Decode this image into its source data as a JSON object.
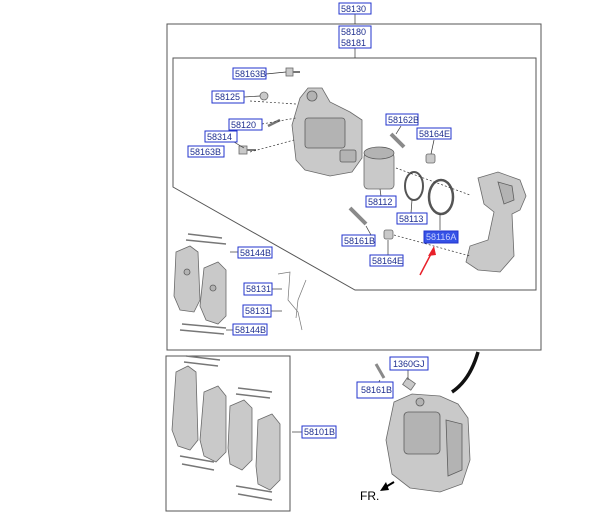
{
  "labels": {
    "p58130": "58130",
    "p58180": "58180",
    "p58181": "58181",
    "p58163b_top": "58163B",
    "p58125": "58125",
    "p58120": "58120",
    "p58314": "58314",
    "p58163b_low": "58163B",
    "p58162b": "58162B",
    "p58164e_top": "58164E",
    "p58112": "58112",
    "p58113": "58113",
    "p58161b_mid": "58161B",
    "p58164e_low": "58164E",
    "p58116a": "58116A",
    "p58144b_top": "58144B",
    "p58131_top": "58131",
    "p58131_low": "58131",
    "p58144b_low": "58144B",
    "p1360gj": "1360GJ",
    "p58161b_low": "58161B",
    "p58101b": "58101B"
  },
  "direction_label": "FR.",
  "colors": {
    "label_border": "#2233cc",
    "label_text": "#1f2f8f",
    "highlight_fill": "#3552e6",
    "arrow_red": "#e8202a",
    "part_grey": "#c9c9c9"
  },
  "icons": {
    "direction_arrow": "arrow-left-down-icon",
    "pointer_arrow": "red-arrow-icon"
  }
}
